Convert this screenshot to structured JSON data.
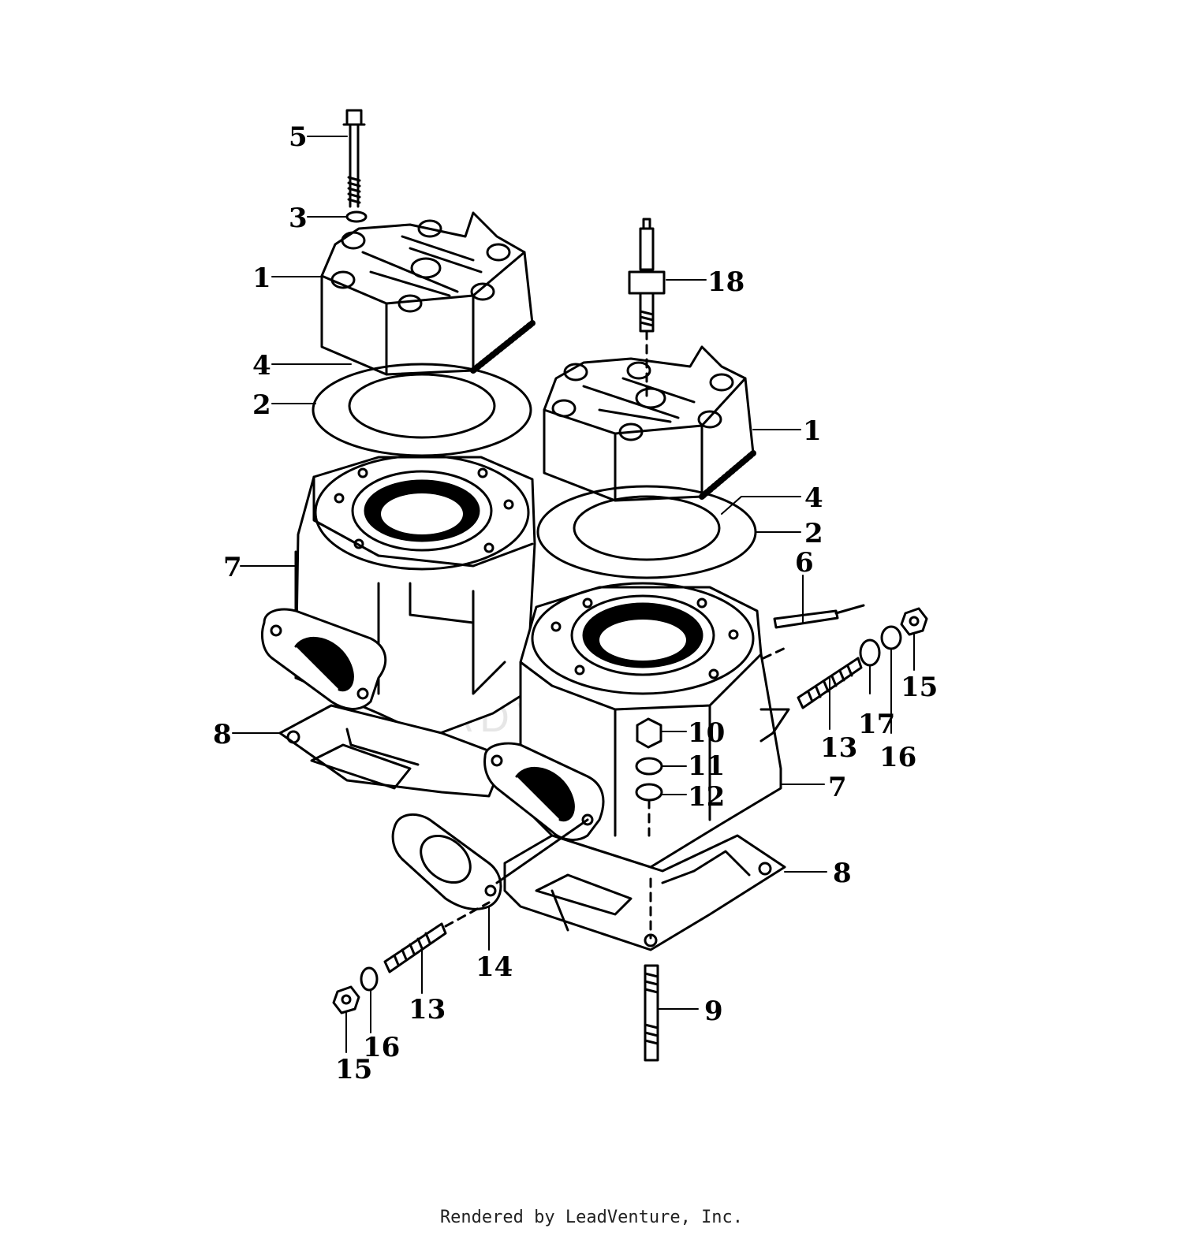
{
  "diagram": {
    "callouts": [
      {
        "id": "c5",
        "text": "5"
      },
      {
        "id": "c3",
        "text": "3"
      },
      {
        "id": "c1a",
        "text": "1"
      },
      {
        "id": "c4a",
        "text": "4"
      },
      {
        "id": "c2a",
        "text": "2"
      },
      {
        "id": "c7a",
        "text": "7"
      },
      {
        "id": "c8a",
        "text": "8"
      },
      {
        "id": "c18",
        "text": "18"
      },
      {
        "id": "c1b",
        "text": "1"
      },
      {
        "id": "c4b",
        "text": "4"
      },
      {
        "id": "c2b",
        "text": "2"
      },
      {
        "id": "c6",
        "text": "6"
      },
      {
        "id": "c15a",
        "text": "15"
      },
      {
        "id": "c17",
        "text": "17"
      },
      {
        "id": "c16a",
        "text": "16"
      },
      {
        "id": "c13a",
        "text": "13"
      },
      {
        "id": "c10",
        "text": "10"
      },
      {
        "id": "c11",
        "text": "11"
      },
      {
        "id": "c12",
        "text": "12"
      },
      {
        "id": "c7b",
        "text": "7"
      },
      {
        "id": "c8b",
        "text": "8"
      },
      {
        "id": "c14",
        "text": "14"
      },
      {
        "id": "c13b",
        "text": "13"
      },
      {
        "id": "c9",
        "text": "9"
      },
      {
        "id": "c16b",
        "text": "16"
      },
      {
        "id": "c15b",
        "text": "15"
      }
    ]
  },
  "footer": {
    "text": "Rendered by LeadVenture, Inc."
  }
}
